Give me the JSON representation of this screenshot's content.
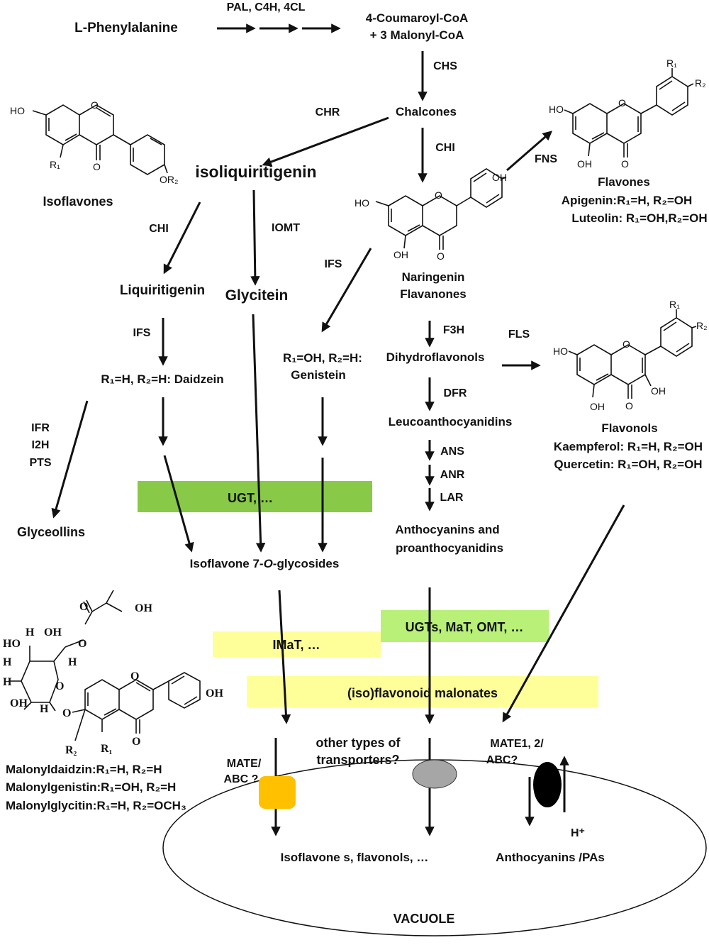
{
  "compounds": {
    "phenylalanine": "L-Phenylalanine",
    "coumaroyl_1": "4-Coumaroyl-CoA",
    "coumaroyl_2": "+ 3 Malonyl-CoA",
    "chalcones": "Chalcones",
    "isoliquiritigenin": "isoliquiritigenin",
    "isoflavones": "Isoflavones",
    "liquiritigenin": "Liquiritigenin",
    "glycitein": "Glycitein",
    "daidzein": "R₁=H, R₂=H: Daidzein",
    "genistein_1": "R₁=OH, R₂=H:",
    "genistein_2": "Genistein",
    "naringenin_1": "Naringenin",
    "naringenin_2": "Flavanones",
    "flavones": "Flavones",
    "apigenin": "Apigenin:R₁=H, R₂=OH",
    "luteolin": "Luteolin: R₁=OH,R₂=OH",
    "dihydroflavonols": "Dihydroflavonols",
    "leucoanthocyanidins": "Leucoanthocyanidins",
    "flavonols": "Flavonols",
    "kaempferol": "Kaempferol: R₁=H, R₂=OH",
    "quercetin": "Quercetin: R₁=OH, R₂=OH",
    "anthocyanins_1": "Anthocyanins and",
    "anthocyanins_2": "proanthocyanidins",
    "glyceollins": "Glyceollins",
    "glycosides_pre": "Isoflavone 7-",
    "glycosides_o": "O",
    "glycosides_post": "-glycosides",
    "malonyldaidzin": "Malonyldaidzin:R₁=H,   R₂=H",
    "malonylgenistin": "Malonylgenistin:R₁=OH, R₂=H",
    "malonylglycitin": "Malonylglycitin:R₁=H, R₂=OCH₃",
    "vacuole_iso": "Isoflavone s,   flavonols, …",
    "vacuole_antho": "Anthocyanins /PAs",
    "vacuole": "VACUOLE"
  },
  "enzymes": {
    "pal": "PAL,  C4H,  4CL",
    "chs": "CHS",
    "chr": "CHR",
    "chi_main": "CHI",
    "chi_left": "CHI",
    "fns": "FNS",
    "iomt": "IOMT",
    "ifs_left": "IFS",
    "ifs_mid": "IFS",
    "f3h": "F3H",
    "fls": "FLS",
    "dfr": "DFR",
    "ans": "ANS",
    "anr": "ANR",
    "lar": "LAR",
    "ifr": "IFR",
    "i2h": "I2H",
    "pts": "PTS"
  },
  "boxes": {
    "ugt": "UGT, …",
    "ugts": "UGTs, MaT, OMT, …",
    "imat": "IMaT, …",
    "malonates": "(iso)flavonoid malonates"
  },
  "transporters": {
    "mate_1": "MATE/",
    "mate_2": "ABC ?",
    "other_1": "other types of",
    "other_2": "transporters?",
    "mate12_1": "MATE1, 2/",
    "mate12_2": "ABC?",
    "proton": "H⁺"
  },
  "structure_labels": {
    "ho": "HO",
    "oh": "OH",
    "o": "O",
    "r1": "R₁",
    "r2": "R₂",
    "or2": "OR₂",
    "h": "H"
  },
  "colors": {
    "green_box": "#88c947",
    "green_light_box": "#b8f078",
    "yellow_box": "#ffff99",
    "orange_transporter": "#ffc000",
    "gray_transporter": "#a6a6a6",
    "black_transporter": "#000000"
  }
}
